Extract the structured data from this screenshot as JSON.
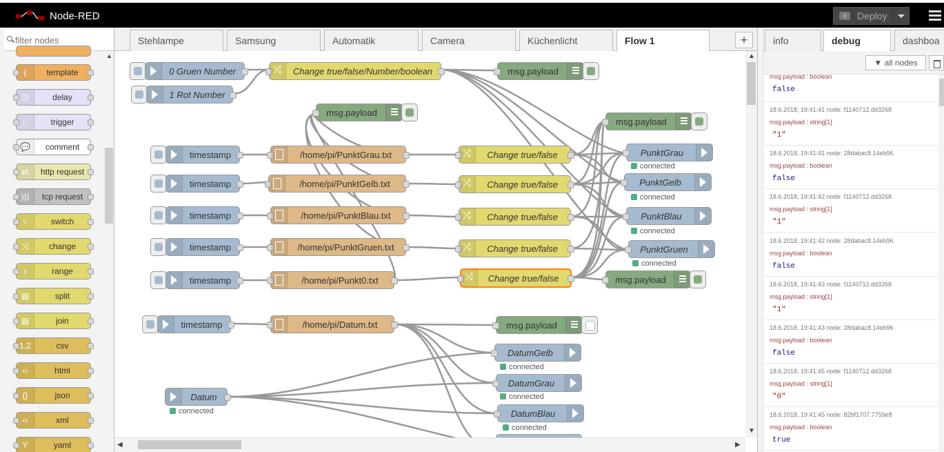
{
  "header": {
    "title": "Node-RED",
    "deploy_label": "Deploy"
  },
  "palette": {
    "search_placeholder": "filter nodes",
    "nodes": [
      {
        "label": "template",
        "color": "#f0b060",
        "icon": "{"
      },
      {
        "label": "delay",
        "color": "#e6e0f8",
        "icon": "◷"
      },
      {
        "label": "trigger",
        "color": "#e6e0f8",
        "icon": "⎍"
      },
      {
        "label": "comment",
        "color": "#ffffff",
        "icon": "💬"
      },
      {
        "label": "http request",
        "color": "#e7e7ae",
        "icon": "⇄"
      },
      {
        "label": "tcp request",
        "color": "#c0c0c0",
        "icon": ")))"
      },
      {
        "label": "switch",
        "color": "#e2d96e",
        "icon": "⑂"
      },
      {
        "label": "change",
        "color": "#e2d96e",
        "icon": "⤨"
      },
      {
        "label": "range",
        "color": "#e2d96e",
        "icon": "ı"
      },
      {
        "label": "split",
        "color": "#e2d96e",
        "icon": "▤"
      },
      {
        "label": "join",
        "color": "#e2d96e",
        "icon": "▤"
      },
      {
        "label": "csv",
        "color": "#debd5c",
        "icon": "1,2"
      },
      {
        "label": "html",
        "color": "#debd5c",
        "icon": "‹›"
      },
      {
        "label": "json",
        "color": "#debd5c",
        "icon": "{}"
      },
      {
        "label": "xml",
        "color": "#debd5c",
        "icon": "‹›"
      },
      {
        "label": "yaml",
        "color": "#debd5c",
        "icon": "Y"
      }
    ]
  },
  "tabs": [
    "Stehlampe",
    "Samsung",
    "Automatik",
    "Camera",
    "Küchenlicht",
    "Flow 1"
  ],
  "active_tab": "Flow 1",
  "flow": {
    "inject_gruen": "0 Gruen Number",
    "inject_rot": "1 Rot Number",
    "change_main": "Change true/false/Number/boolean",
    "debug_payload": "msg.payload",
    "timestamp": "timestamp",
    "file_grau": "/home/pi/PunktGrau.txt",
    "file_gelb": "/home/pi/PunktGelb.txt",
    "file_blau": "/home/pi/PunktBlau.txt",
    "file_gruen": "/home/pi/PunktGruen.txt",
    "file_0": "/home/pi/Punkt0.txt",
    "file_datum": "/home/pi/Datum.txt",
    "change_tf": "Change true/false",
    "out_grau": "PunktGrau",
    "out_gelb": "PunktGelb",
    "out_blau": "PunktBlau",
    "out_gruen": "PunktGruen",
    "out_datumgelb": "DatumGelb",
    "out_datumgrau": "DatumGrau",
    "out_datumblau": "DatumBlau",
    "in_datum": "Datum",
    "connected": "connected"
  },
  "sidebar": {
    "tabs": [
      "info",
      "debug",
      "dashboa"
    ],
    "active_tab": "debug",
    "filter_label": "all nodes",
    "partial_topic": "msg.payload : boolean",
    "partial_value": "false",
    "messages": [
      {
        "meta": "18.6.2018, 19:41:41   node: f1140712.dd3268",
        "topic": "msg.payload : string[1]",
        "value": "\"1\"",
        "type": "string"
      },
      {
        "meta": "18.6.2018, 19:41:41   node: 28dabac8.14eb96",
        "topic": "msg.payload : boolean",
        "value": "false",
        "type": "boolean"
      },
      {
        "meta": "18.6.2018, 19:41:42   node: f1140712.dd3268",
        "topic": "msg.payload : string[1]",
        "value": "\"1\"",
        "type": "string"
      },
      {
        "meta": "18.6.2018, 19:41:42   node: 28dabac8.14eb96",
        "topic": "msg.payload : boolean",
        "value": "false",
        "type": "boolean"
      },
      {
        "meta": "18.6.2018, 19:41:43   node: f1140712.dd3268",
        "topic": "msg.payload : string[1]",
        "value": "\"1\"",
        "type": "string"
      },
      {
        "meta": "18.6.2018, 19:41:43   node: 28dabac8.14eb96",
        "topic": "msg.payload : boolean",
        "value": "false",
        "type": "boolean"
      },
      {
        "meta": "18.6.2018, 19:41:45   node: f1140712.dd3268",
        "topic": "msg.payload : string[1]",
        "value": "\"0\"",
        "type": "string"
      },
      {
        "meta": "18.6.2018, 19:41:45   node: 82bf1707.7759e8",
        "topic": "msg.payload : boolean",
        "value": "true",
        "type": "boolean"
      }
    ]
  },
  "colors": {
    "inject": "#a6bbcf",
    "change": "#e2d96e",
    "file": "#deb887",
    "debug": "#87a980",
    "mqtt_out": "#a6bbcf",
    "selected_border": "#ff7f0e"
  }
}
